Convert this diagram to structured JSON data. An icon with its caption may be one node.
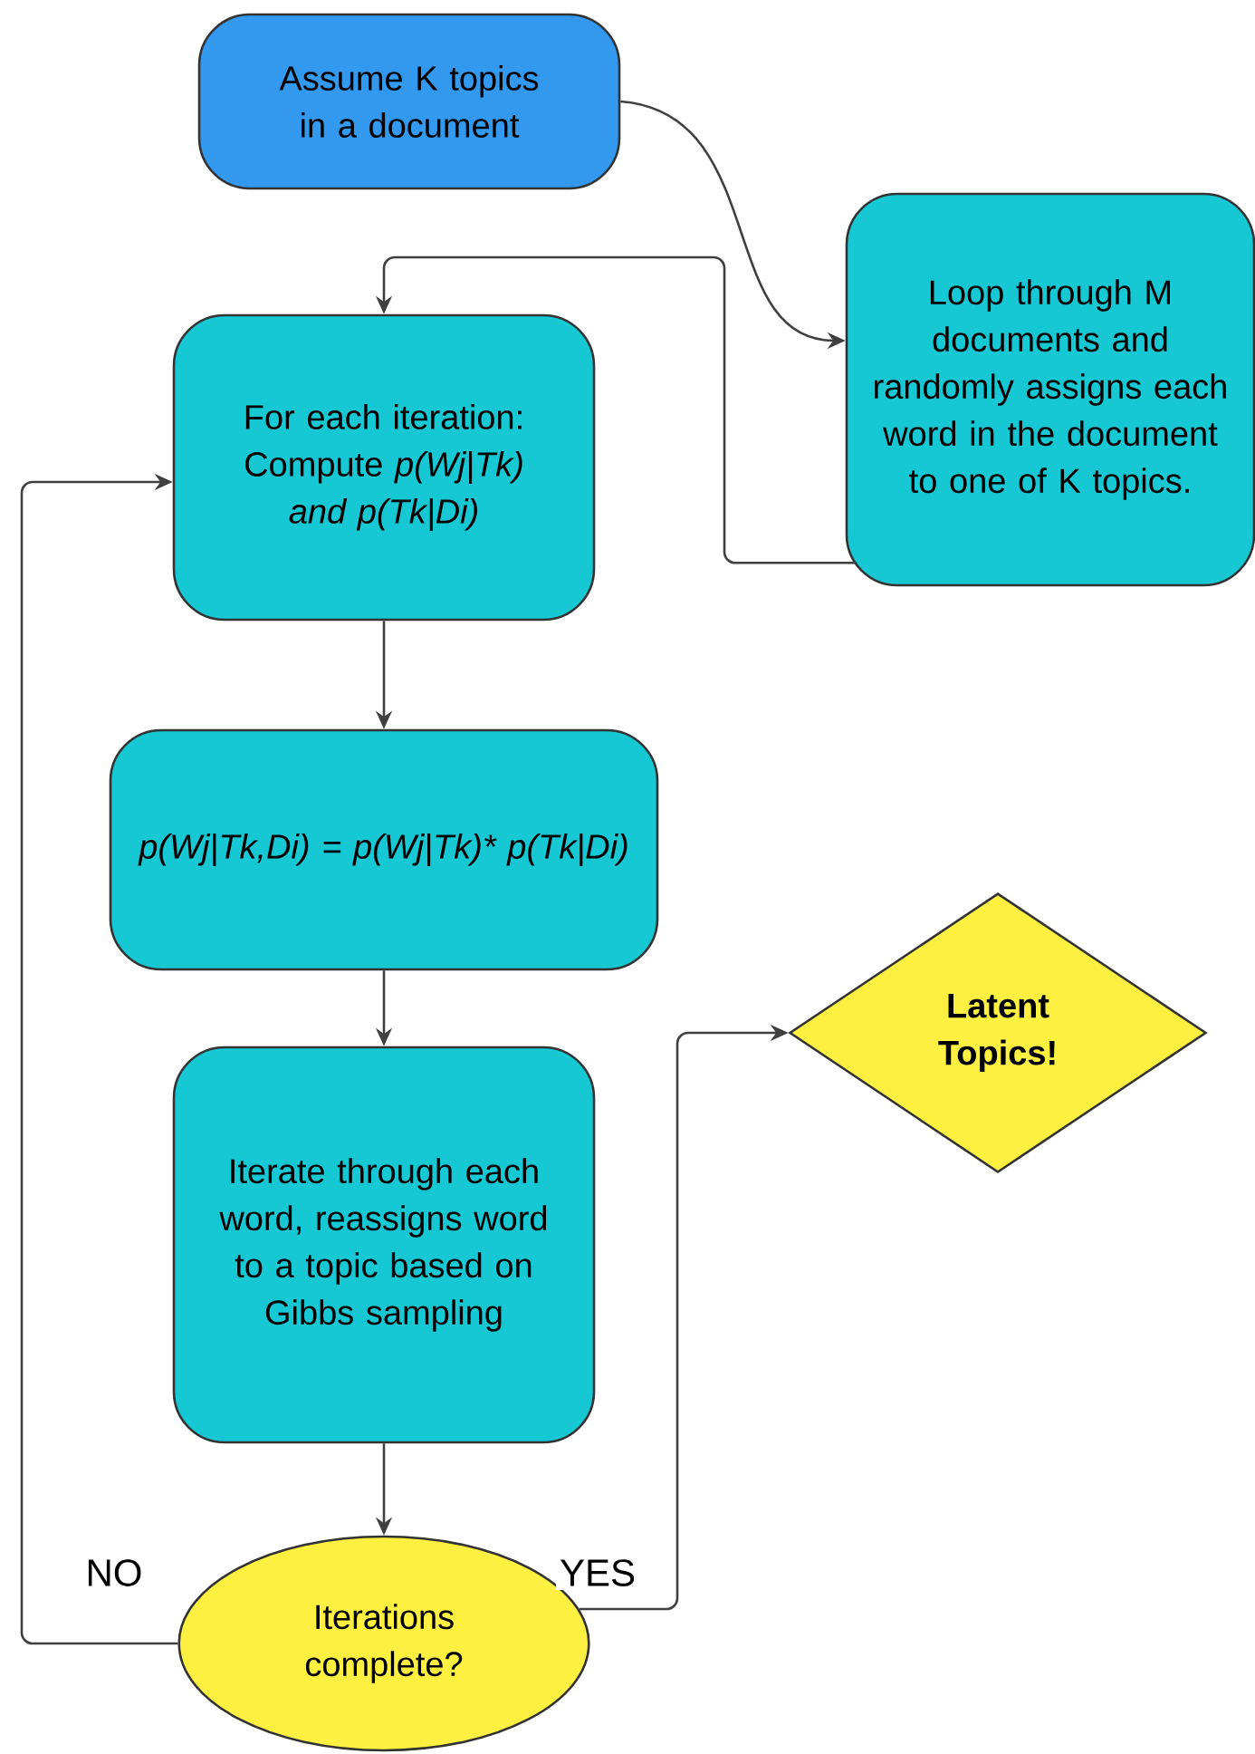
{
  "diagram": {
    "nodes": [
      {
        "text": [
          "Assume K topics in a document"
        ]
      },
      {
        "text": [
          "Loop through M documents and randomly assigns each word in the document to one of K topics."
        ]
      },
      {
        "text": [
          "For each iteration: Compute *p(Wj|Tk) and p(Tk|Di)*"
        ]
      },
      {
        "text": [
          "p(Wj|Tk,Di) = p(Wj|Tk)* p(Tk|Di)"
        ]
      },
      {
        "text": [
          "Iterate through each word, reassigns word to a topic based on Gibbs sampling"
        ]
      },
      {
        "text": [
          "Latent Topics!"
        ]
      },
      {
        "text": [
          "Iterations complete?"
        ]
      }
    ],
    "edges": [
      {
        "from": 0,
        "to": 1,
        "arrow": "to"
      },
      {
        "from": 1,
        "to": 2,
        "arrow": "to"
      },
      {
        "from": 2,
        "to": 3,
        "arrow": "to"
      },
      {
        "from": 3,
        "to": 4,
        "arrow": "to"
      },
      {
        "from": 4,
        "to": 6,
        "arrow": "to"
      },
      {
        "from": 6,
        "to": 2,
        "arrow": "to",
        "label": "NO"
      },
      {
        "from": 6,
        "to": 5,
        "arrow": "to",
        "label": "YES"
      }
    ]
  }
}
